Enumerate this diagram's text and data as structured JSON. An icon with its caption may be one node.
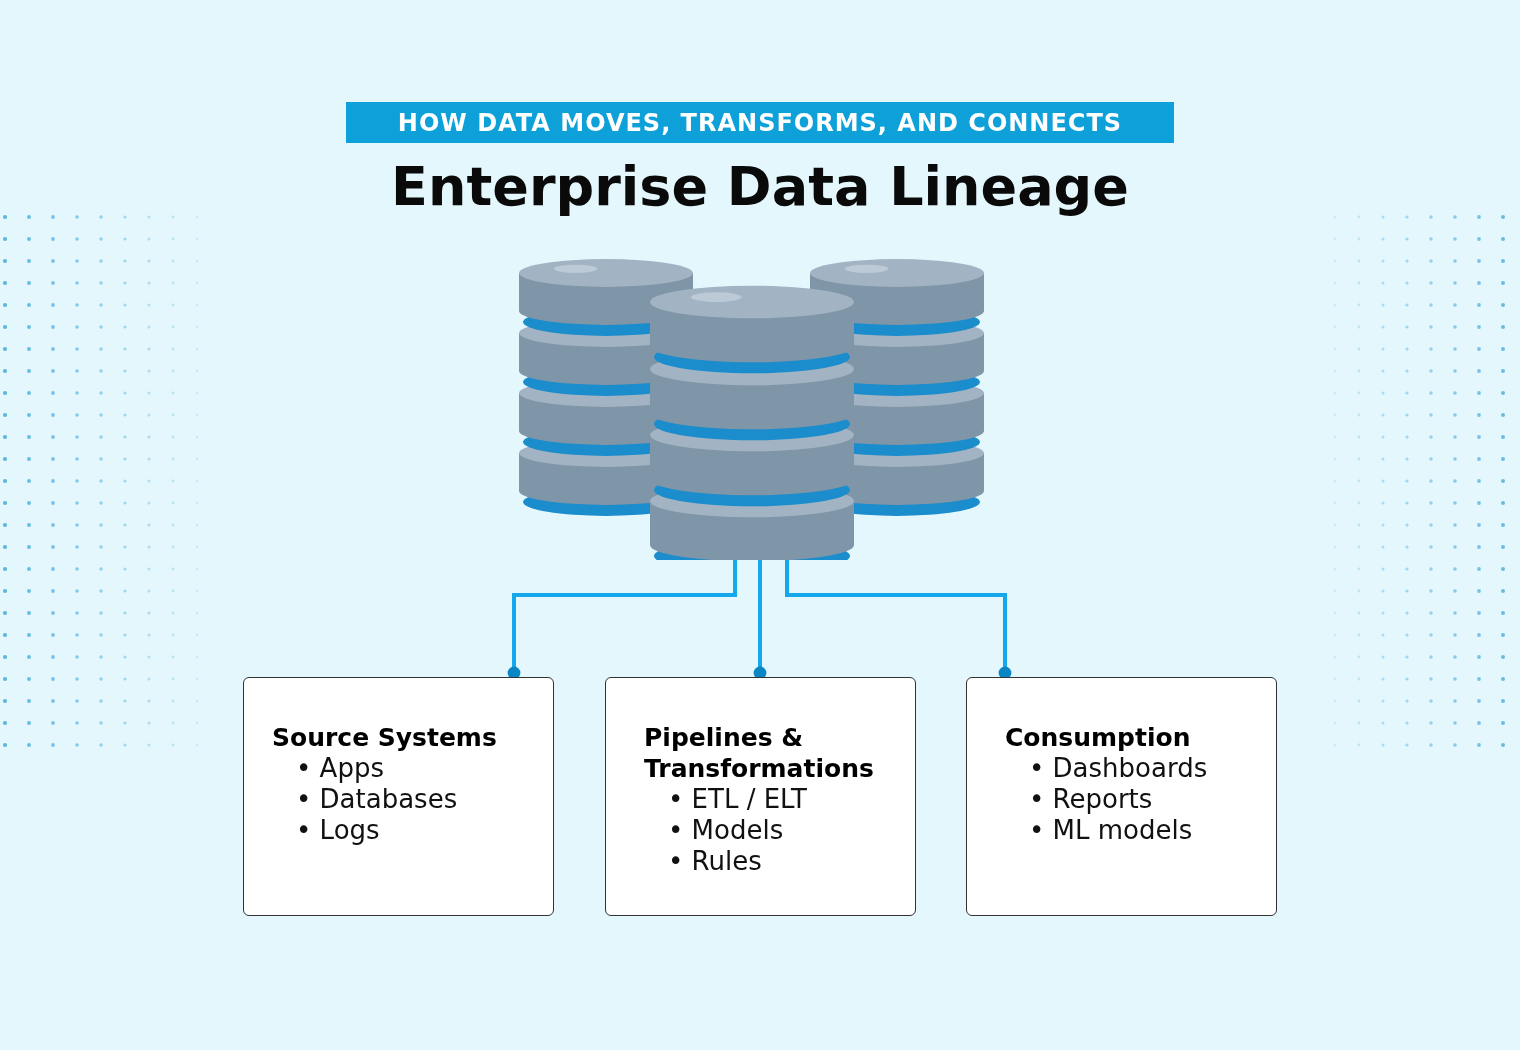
{
  "diagram": {
    "title": "Enterprise Data Lineage",
    "nodes": [
      {
        "text": [],
        "shape": "picture"
      },
      {
        "text": [
          "Source Systems",
          "• Apps",
          "• Databases",
          "• Logs"
        ]
      },
      {
        "text": [
          "Pipelines & Transformations",
          "• ETL / ELT",
          "• Models",
          "• Rules"
        ]
      },
      {
        "text": [
          "Consumption",
          "• Dashboards",
          "• Reports",
          "• ML models"
        ]
      }
    ],
    "edges": [
      {
        "from": 0,
        "to": 1,
        "arrow": "other"
      },
      {
        "from": 0,
        "to": 2,
        "arrow": "other"
      },
      {
        "from": 0,
        "to": 3,
        "arrow": "other"
      }
    ],
    "labels": [
      "HOW DATA MOVES, TRANSFORMS, AND CONNECTS"
    ]
  }
}
